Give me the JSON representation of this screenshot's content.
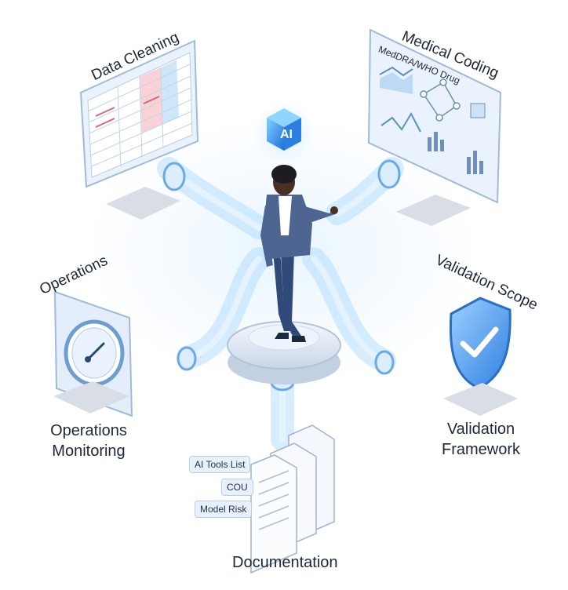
{
  "hub": {
    "cube_label": "AI"
  },
  "nodes": {
    "data_cleaning": {
      "title": "Data Cleaning"
    },
    "medical_coding": {
      "title": "Medical Coding",
      "panel_caption": "MedDRA/WHO Drug"
    },
    "operations": {
      "title": "Operations",
      "caption_line1": "Operations",
      "caption_line2": "Monitoring"
    },
    "validation": {
      "title": "Validation Scope",
      "caption_line1": "Validation",
      "caption_line2": "Framework"
    },
    "documentation": {
      "title": "Documentation",
      "tags": [
        "AI Tools List",
        "COU",
        "Model Risk"
      ]
    }
  },
  "colors": {
    "glow": "#9fd3ff",
    "accent": "#3b8fe0",
    "suit": "#4a5f86",
    "shield": "#4d9be8"
  }
}
